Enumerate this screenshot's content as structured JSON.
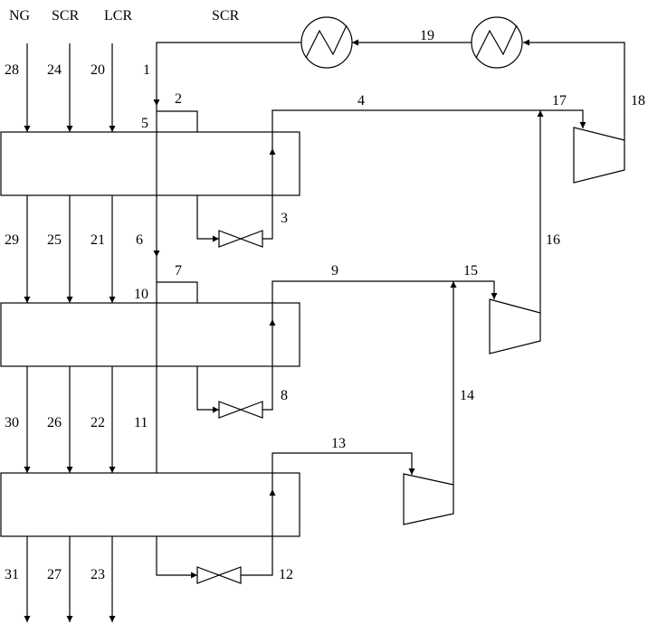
{
  "headers": {
    "ng": "NG",
    "scr": "SCR",
    "lcr": "LCR",
    "scr_loop": "SCR"
  },
  "streams": {
    "s1": "1",
    "s2": "2",
    "s3": "3",
    "s4": "4",
    "s5": "5",
    "s6": "6",
    "s7": "7",
    "s8": "8",
    "s9": "9",
    "s10": "10",
    "s11": "11",
    "s12": "12",
    "s13": "13",
    "s14": "14",
    "s15": "15",
    "s16": "16",
    "s17": "17",
    "s18": "18",
    "s19": "19",
    "s20": "20",
    "s21": "21",
    "s22": "22",
    "s23": "23",
    "s24": "24",
    "s25": "25",
    "s26": "26",
    "s27": "27",
    "s28": "28",
    "s29": "29",
    "s30": "30",
    "s31": "31"
  }
}
